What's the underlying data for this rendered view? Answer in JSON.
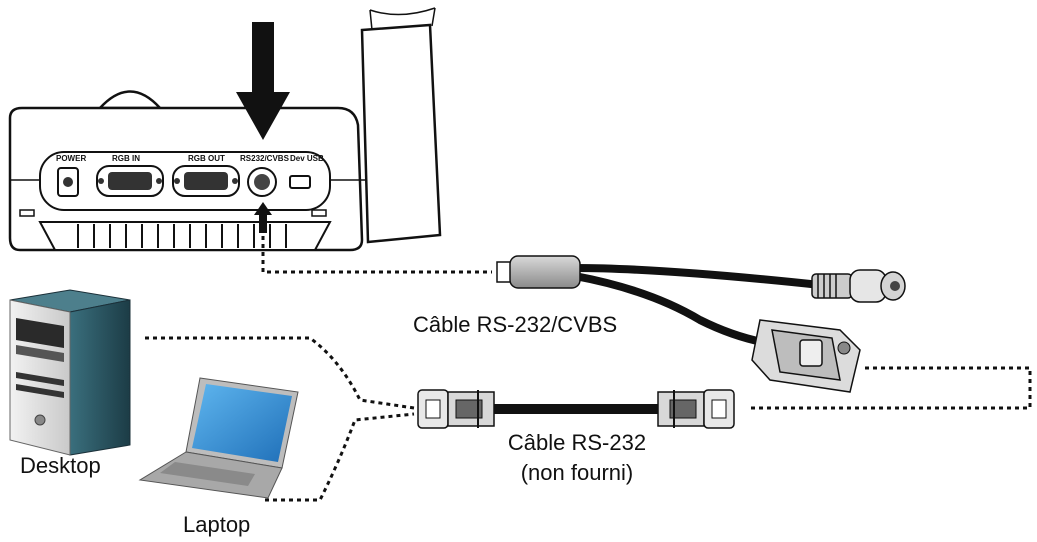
{
  "labels": {
    "rs232_cvbs_cable": "Câble RS-232/CVBS",
    "rs232_cable_line1": "Câble RS-232",
    "rs232_cable_line2": "(non fourni)",
    "desktop": "Desktop",
    "laptop": "Laptop"
  },
  "device_port_labels": [
    "POWER",
    "RGB IN",
    "RGB OUT",
    "RS232/CVBS",
    "Dev USB"
  ],
  "colors": {
    "line": "#111111",
    "desktop_tower": "#2f5d6a",
    "laptop_screen": "#2a8fd6",
    "device_body": "#ffffff"
  },
  "icons": [
    "down-arrow-icon",
    "up-arrow-icon",
    "desktop-tower-icon",
    "laptop-icon",
    "svideo-connector-icon",
    "db9-connector-icon"
  ]
}
